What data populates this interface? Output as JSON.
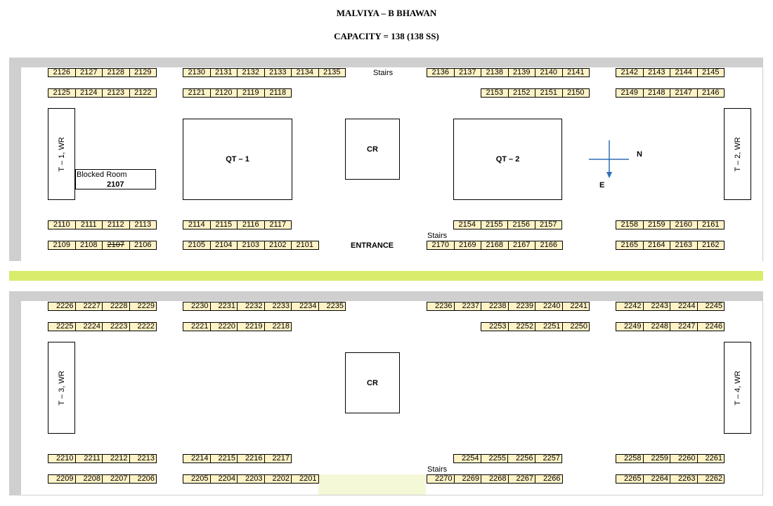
{
  "header": {
    "title": "MALVIYA – B BHAWAN",
    "capacity": "CAPACITY = 138 (138 SS)"
  },
  "labels": {
    "stairs": "Stairs",
    "entrance": "ENTRANCE",
    "north": "N",
    "east": "E",
    "cr": "CR",
    "qt1": "QT – 1",
    "qt2": "QT – 2",
    "t1": "T – 1, WR",
    "t2": "T – 2, WR",
    "t3": "T – 3, WR",
    "t4": "T – 4, WR",
    "blocked_room": "Blocked Room",
    "blocked_number": "2107"
  },
  "colors": {
    "room_fill": "#fff3c6",
    "frame": "#cfcfcf",
    "divider_band": "#d9ec6c",
    "compass_arrow": "#2e6fb5"
  },
  "floor1": {
    "rows": [
      {
        "groups": [
          [
            "2126",
            "2127",
            "2128",
            "2129"
          ],
          [
            "2130",
            "2131",
            "2132",
            "2133",
            "2134",
            "2135"
          ],
          [
            "2136",
            "2137",
            "2138",
            "2139",
            "2140",
            "2141"
          ],
          [
            "2142",
            "2143",
            "2144",
            "2145"
          ]
        ]
      },
      {
        "groups": [
          [
            "2125",
            "2124",
            "2123",
            "2122"
          ],
          [
            "2121",
            "2120",
            "2119",
            "2118"
          ],
          [
            "2153",
            "2152",
            "2151",
            "2150"
          ],
          [
            "2149",
            "2148",
            "2147",
            "2146"
          ]
        ]
      },
      {
        "groups": [
          [
            "2110",
            "2111",
            "2112",
            "2113"
          ],
          [
            "2114",
            "2115",
            "2116",
            "2117"
          ],
          [
            "2154",
            "2155",
            "2156",
            "2157"
          ],
          [
            "2158",
            "2159",
            "2160",
            "2161"
          ]
        ]
      },
      {
        "groups": [
          [
            "2109",
            "2108",
            "2107",
            "2106"
          ],
          [
            "2105",
            "2104",
            "2103",
            "2102",
            "2101"
          ],
          [
            "2170",
            "2169",
            "2168",
            "2167",
            "2166"
          ],
          [
            "2165",
            "2164",
            "2163",
            "2162"
          ]
        ]
      }
    ]
  },
  "floor2": {
    "rows": [
      {
        "groups": [
          [
            "2226",
            "2227",
            "2228",
            "2229"
          ],
          [
            "2230",
            "2231",
            "2232",
            "2233",
            "2234",
            "2235"
          ],
          [
            "2236",
            "2237",
            "2238",
            "2239",
            "2240",
            "2241"
          ],
          [
            "2242",
            "2243",
            "2244",
            "2245"
          ]
        ]
      },
      {
        "groups": [
          [
            "2225",
            "2224",
            "2223",
            "2222"
          ],
          [
            "2221",
            "2220",
            "2219",
            "2218"
          ],
          [
            "2253",
            "2252",
            "2251",
            "2250"
          ],
          [
            "2249",
            "2248",
            "2247",
            "2246"
          ]
        ]
      },
      {
        "groups": [
          [
            "2210",
            "2211",
            "2212",
            "2213"
          ],
          [
            "2214",
            "2215",
            "2216",
            "2217"
          ],
          [
            "2254",
            "2255",
            "2256",
            "2257"
          ],
          [
            "2258",
            "2259",
            "2260",
            "2261"
          ]
        ]
      },
      {
        "groups": [
          [
            "2209",
            "2208",
            "2207",
            "2206"
          ],
          [
            "2205",
            "2204",
            "2203",
            "2202",
            "2201"
          ],
          [
            "2270",
            "2269",
            "2268",
            "2267",
            "2266"
          ],
          [
            "2265",
            "2264",
            "2263",
            "2262"
          ]
        ]
      }
    ]
  }
}
